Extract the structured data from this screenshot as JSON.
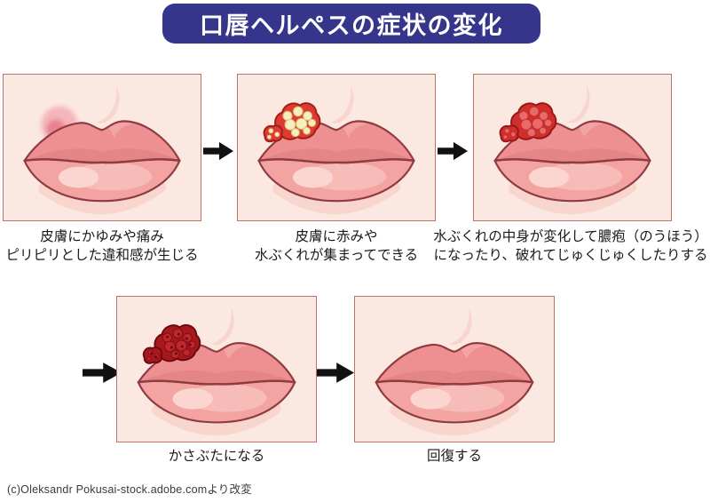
{
  "title": "口唇ヘルペスの症状の変化",
  "stages": [
    {
      "id": "tingling",
      "caption_line1": "皮膚にかゆみや痛み",
      "caption_line2": "ピリピリとした違和感が生じる"
    },
    {
      "id": "vesicles",
      "caption_line1": "皮膚に赤みや",
      "caption_line2": "水ぶくれが集まってできる"
    },
    {
      "id": "pustules",
      "caption_line1": "水ぶくれの中身が変化して膿疱（のうほう）",
      "caption_line2": "になったり、破れてじゅくじゅくしたりする"
    },
    {
      "id": "scab",
      "caption_line1": "かさぶたになる",
      "caption_line2": ""
    },
    {
      "id": "healed",
      "caption_line1": "回復する",
      "caption_line2": ""
    }
  ],
  "credit": "(c)Oleksandr Pokusai-stock.adobe.comより改変",
  "icons": {
    "arrow_right_icon": "➡"
  },
  "colors": {
    "title_bg": "#35358C",
    "title_text": "#FFFFFF",
    "panel_bg": "#FBE8E0",
    "panel_border": "#C1706B",
    "skin_shadow": "#F8D6CD",
    "lip_outline": "#8E3B42",
    "lip_upper": "#EE9091",
    "lip_upper_shade": "#E48586",
    "lip_upper_hl": "#F5A7A6",
    "lip_lower": "#F3A3A2",
    "lip_hl1": "#F7BCB8",
    "lip_hl2": "#FBD5D0",
    "spot_outer": "#F2A9B2",
    "spot_inner": "#E87E8E",
    "blister_base": "#DF3A31",
    "blister_base_outline": "#A01E19",
    "blister_vesicle": "#F6EFBD",
    "blister_vesicle_outline": "#D9BE76",
    "pustule_base": "#D02F2B",
    "pustule_base_outline": "#971815",
    "pustule_vesicle": "#EA6A6A",
    "pustule_vesicle_outline": "#BF3431",
    "scab_base": "#A8191E",
    "scab_base_outline": "#6B090E",
    "scab_lump": "#BE272D",
    "scab_lump_outline": "#7E0E12",
    "arrow": "#111111",
    "caption_text": "#1A1A1A",
    "credit_text": "#3A3A3A"
  }
}
